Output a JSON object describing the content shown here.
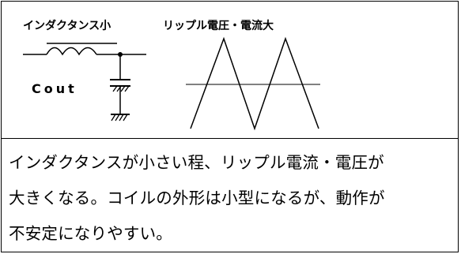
{
  "diagram": {
    "inductor_label": "インダクタンス小",
    "ripple_label": "リップル電圧・電流大",
    "capacitor_label": "Cout"
  },
  "description": {
    "lines": [
      "インダクタンスが小さい程、リップル電流・電圧が",
      "大きくなる。コイルの外形は小型になるが、動作が",
      "不安定になりやすい。"
    ]
  },
  "colors": {
    "line": "#000000",
    "background": "#ffffff"
  }
}
